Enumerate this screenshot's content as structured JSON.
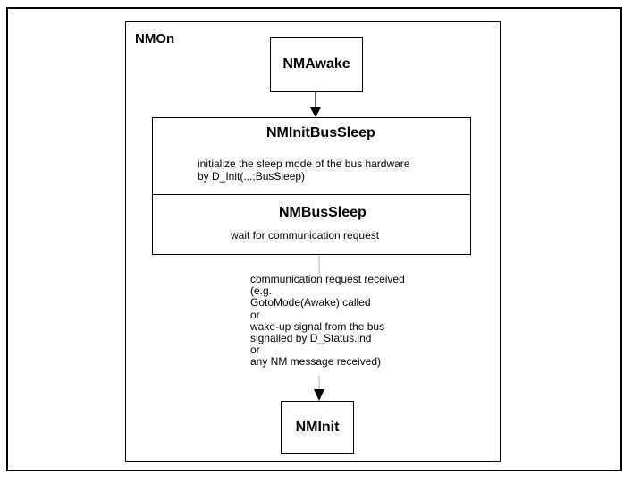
{
  "outer_state": {
    "label": "NMOn"
  },
  "states": {
    "awake": {
      "label": "NMAwake"
    },
    "init_bus_sleep": {
      "label": "NMInitBusSleep",
      "description_lines": [
        "initialize the sleep mode of the bus hardware",
        "by D_Init(...;BusSleep)"
      ]
    },
    "bus_sleep": {
      "label": "NMBusSleep",
      "description": "wait for communication request"
    },
    "init": {
      "label": "NMInit"
    }
  },
  "transition": {
    "condition_lines": [
      "communication request received",
      "(e.g.",
      "GotoMode(Awake) called",
      "or",
      "wake-up signal from the bus",
      "signalled by D_Status.ind",
      "or",
      "any NM message received)"
    ]
  }
}
